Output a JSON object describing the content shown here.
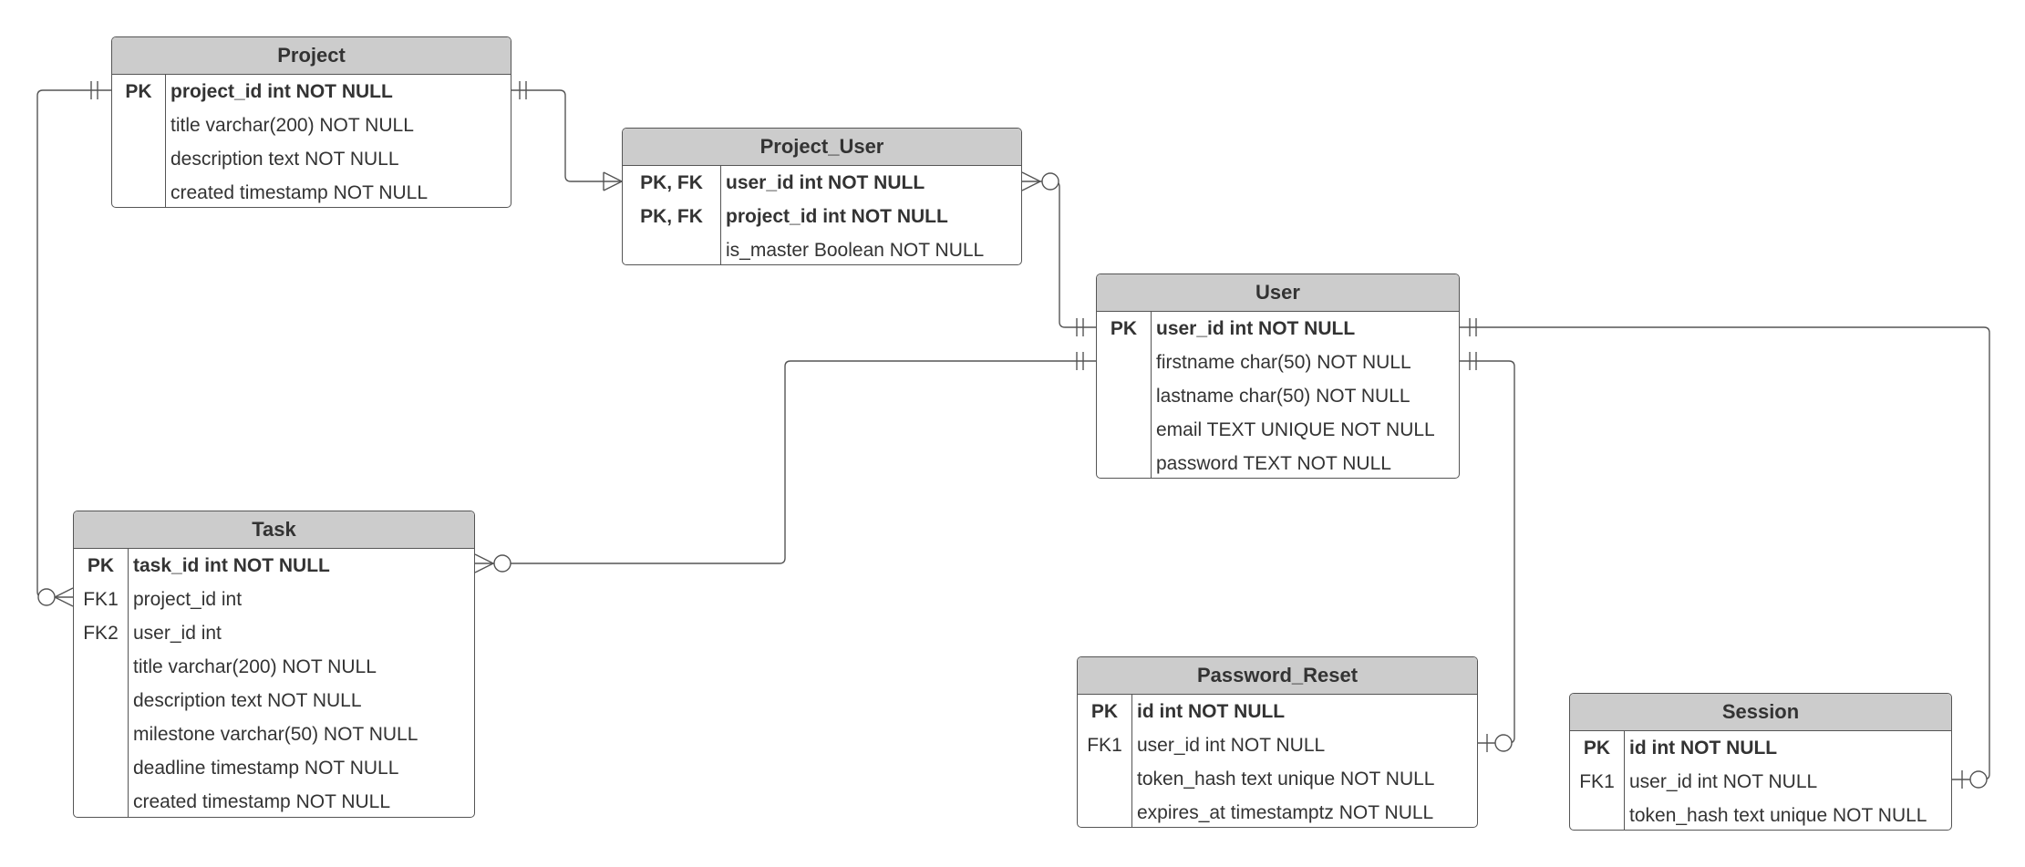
{
  "entities": {
    "project": {
      "name": "Project",
      "rows": [
        {
          "key": "PK",
          "field": "project_id int NOT NULL"
        },
        {
          "key": "",
          "field": "title varchar(200) NOT NULL"
        },
        {
          "key": "",
          "field": "description text NOT NULL"
        },
        {
          "key": "",
          "field": "created timestamp NOT NULL"
        }
      ]
    },
    "project_user": {
      "name": "Project_User",
      "rows": [
        {
          "key": "PK, FK",
          "field": "user_id int NOT NULL"
        },
        {
          "key": "PK, FK",
          "field": "project_id int NOT NULL"
        },
        {
          "key": "",
          "field": "is_master Boolean NOT NULL"
        }
      ]
    },
    "user": {
      "name": "User",
      "rows": [
        {
          "key": "PK",
          "field": "user_id int NOT NULL"
        },
        {
          "key": "",
          "field": "firstname char(50) NOT NULL"
        },
        {
          "key": "",
          "field": "lastname char(50) NOT NULL"
        },
        {
          "key": "",
          "field": "email TEXT UNIQUE NOT NULL"
        },
        {
          "key": "",
          "field": "password TEXT NOT NULL"
        }
      ]
    },
    "task": {
      "name": "Task",
      "rows": [
        {
          "key": "PK",
          "field": "task_id int NOT NULL"
        },
        {
          "key": "FK1",
          "field": "project_id int"
        },
        {
          "key": "FK2",
          "field": "user_id int"
        },
        {
          "key": "",
          "field": "title varchar(200) NOT NULL"
        },
        {
          "key": "",
          "field": "description text NOT NULL"
        },
        {
          "key": "",
          "field": "milestone varchar(50) NOT NULL"
        },
        {
          "key": "",
          "field": "deadline timestamp NOT NULL"
        },
        {
          "key": "",
          "field": "created timestamp NOT NULL"
        }
      ]
    },
    "password_reset": {
      "name": "Password_Reset",
      "rows": [
        {
          "key": "PK",
          "field": "id int NOT NULL"
        },
        {
          "key": "FK1",
          "field": "user_id int NOT NULL"
        },
        {
          "key": "",
          "field": "token_hash text unique NOT NULL"
        },
        {
          "key": "",
          "field": "expires_at timestamptz NOT NULL"
        }
      ]
    },
    "session": {
      "name": "Session",
      "rows": [
        {
          "key": "PK",
          "field": "id int NOT NULL"
        },
        {
          "key": "FK1",
          "field": "user_id int NOT NULL"
        },
        {
          "key": "",
          "field": "token_hash text unique NOT NULL"
        }
      ]
    }
  }
}
